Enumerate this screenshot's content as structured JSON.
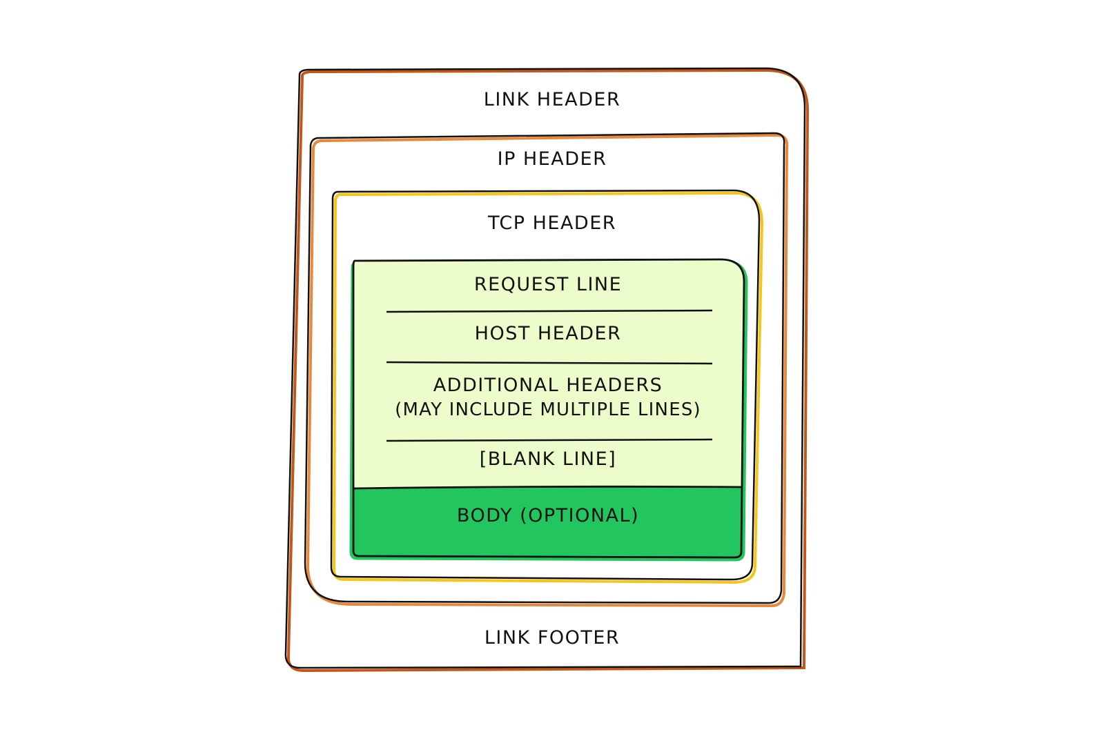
{
  "diagram": {
    "layers": [
      {
        "header": "LINK HEADER",
        "footer": "LINK FOOTER",
        "accent": "#c2571a"
      },
      {
        "header": "IP HEADER",
        "accent": "#e8883a"
      },
      {
        "header": "TCP HEADER",
        "accent": "#f5c518"
      }
    ],
    "http_message": {
      "accent": "#22c55e",
      "head_fill": "#ecfccb",
      "body_fill": "#22c55e",
      "rows": {
        "request_line": "REQUEST LINE",
        "host_header": "HOST HEADER",
        "additional_headers_1": "ADDITIONAL HEADERS",
        "additional_headers_2": "(MAY INCLUDE MULTIPLE LINES)",
        "blank_line": "[BLANK LINE]"
      },
      "body": "BODY (OPTIONAL)"
    }
  }
}
